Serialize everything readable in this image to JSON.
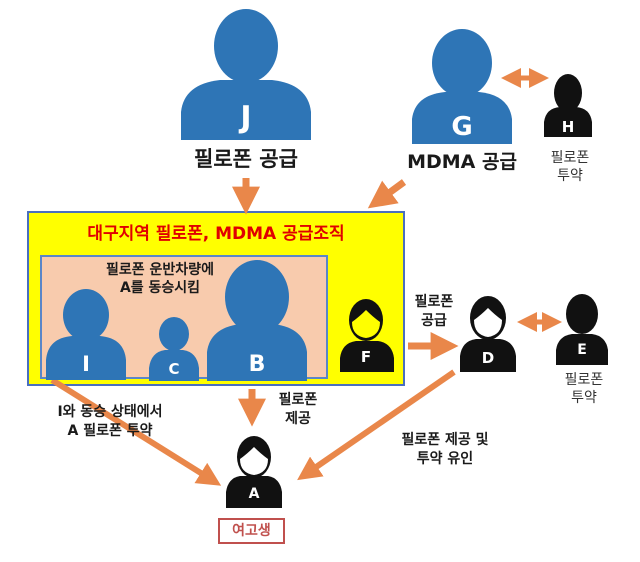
{
  "persons": {
    "J": {
      "letter": "J",
      "role": "필로폰 공급"
    },
    "G": {
      "letter": "G",
      "role": "MDMA 공급"
    },
    "H": {
      "letter": "H",
      "role_line1": "필로폰",
      "role_line2": "투약"
    },
    "I": {
      "letter": "I"
    },
    "C": {
      "letter": "C"
    },
    "B": {
      "letter": "B"
    },
    "F": {
      "letter": "F"
    },
    "D": {
      "letter": "D"
    },
    "E": {
      "letter": "E",
      "role_line1": "필로폰",
      "role_line2": "투약"
    },
    "A": {
      "letter": "A",
      "badge": "여고생"
    }
  },
  "organization": {
    "title": "대구지역 필로폰, MDMA 공급조직",
    "vehicle_note_line1": "필로폰  운반차량에",
    "vehicle_note_line2": "A를 동승시킴"
  },
  "edges": {
    "f_to_d_line1": "필로폰",
    "f_to_d_line2": "공급",
    "b_to_a_line1": "필로폰",
    "b_to_a_line2": "제공",
    "i_to_a_line1": "I와 동승 상태에서",
    "i_to_a_line2": "A 필로폰 투약",
    "d_to_a_line1": "필로폰 제공 및",
    "d_to_a_line2": "투약 유인"
  },
  "colors": {
    "blue_person": "#2e75b6",
    "black_person": "#111111",
    "arrow": "#e9874a",
    "org_fill": "#ffff00",
    "inner_fill": "#f8cbad",
    "title_red": "#e00000",
    "badge_red": "#c0504d"
  }
}
